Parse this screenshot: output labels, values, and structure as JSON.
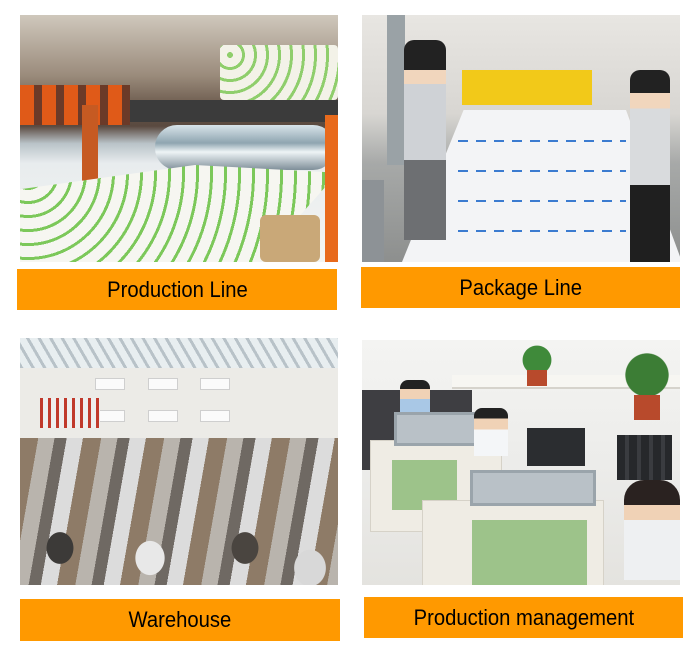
{
  "brand": {
    "accent_color": "#FF9900"
  },
  "panels": [
    {
      "id": "production-line",
      "label": "Production Line",
      "image": "factory laminating machine with printed film rolls"
    },
    {
      "id": "package-line",
      "label": "Package Line",
      "image": "two workers holding protective film printed sheet"
    },
    {
      "id": "warehouse",
      "label": "Warehouse",
      "image": "warehouse floor full of metal coils"
    },
    {
      "id": "production-management",
      "label": "Production management",
      "image": "office staff working at computer desks"
    }
  ]
}
